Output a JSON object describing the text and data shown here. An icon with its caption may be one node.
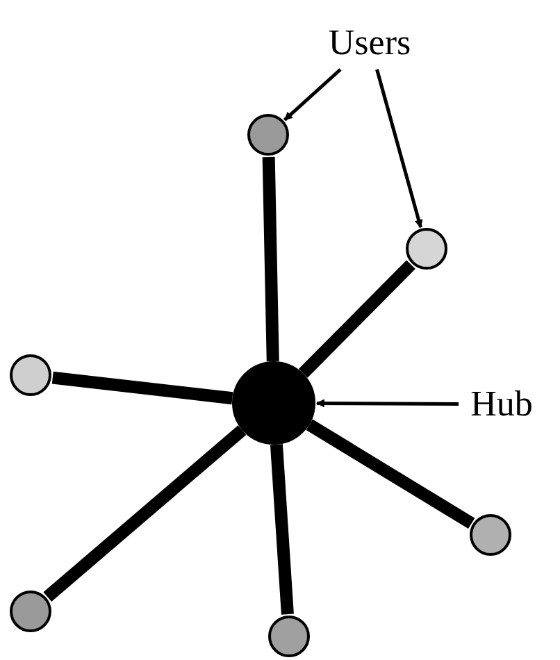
{
  "diagram": {
    "nodes": [
      {
        "text": [
          "Users"
        ]
      },
      {
        "text": [],
        "shape": "circle"
      },
      {
        "text": [],
        "shape": "circle"
      },
      {
        "text": [],
        "shape": "circle"
      },
      {
        "text": [],
        "shape": "circle"
      },
      {
        "text": [
          "Hub"
        ]
      },
      {
        "text": [],
        "shape": "circle"
      },
      {
        "text": [],
        "shape": "circle"
      },
      {
        "text": [],
        "shape": "circle"
      }
    ],
    "edges": [
      {
        "from": 0,
        "to": 1,
        "arrow": "to"
      },
      {
        "from": 0,
        "to": 2,
        "arrow": "to"
      },
      {
        "from": 5,
        "to": 4,
        "arrow": "to"
      },
      {
        "from": 4,
        "to": 1,
        "arrow": "none"
      },
      {
        "from": 4,
        "to": 2,
        "arrow": "none"
      },
      {
        "from": 4,
        "to": 3,
        "arrow": "none"
      },
      {
        "from": 4,
        "to": 6,
        "arrow": "none"
      },
      {
        "from": 4,
        "to": 7,
        "arrow": "none"
      },
      {
        "from": 4,
        "to": 8,
        "arrow": "none"
      }
    ]
  }
}
